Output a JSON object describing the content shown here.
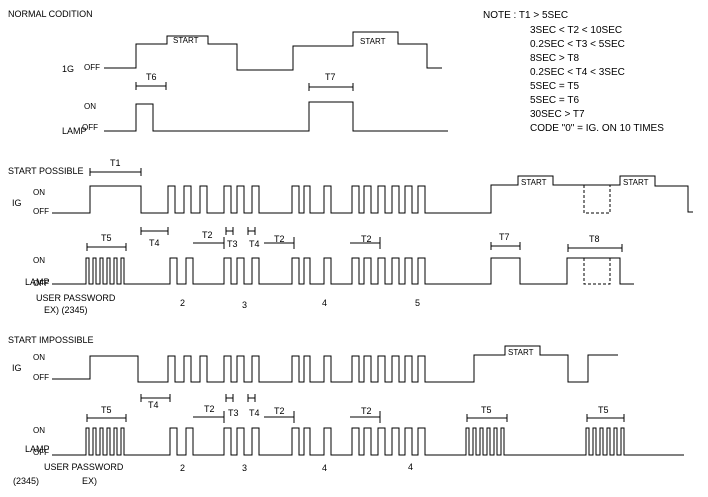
{
  "sections": {
    "normal": "NORMAL CODITION",
    "start_possible": "START POSSIBLE",
    "start_impossible": "START IMPOSSIBLE"
  },
  "signals": {
    "ig": "IG",
    "ig_caps": "1G",
    "lamp": "LAMP",
    "on": "ON",
    "off": "OFF",
    "start": "START"
  },
  "timings": {
    "t1": "T1",
    "t2": "T2",
    "t3": "T3",
    "t4": "T4",
    "t5": "T5",
    "t6": "T6",
    "t7": "T7",
    "t8": "T8"
  },
  "password": {
    "user_password": "USER PASSWORD",
    "example_1": "EX)  (2345)",
    "example_2_num": "(2345)",
    "example_2_ex": "EX)",
    "digits": [
      "2",
      "3",
      "4",
      "5"
    ],
    "digits_impossible": [
      "2",
      "3",
      "4",
      "4"
    ]
  },
  "notes": {
    "prefix": "NOTE : T1 > 5SEC",
    "lines": [
      "3SEC < T2 < 10SEC",
      "0.2SEC < T3 < 5SEC",
      "8SEC > T8",
      "0.2SEC < T4 < 3SEC",
      "5SEC = T5",
      "5SEC = T6",
      "30SEC > T7",
      "CODE \"0\" = IG. ON 10 TIMES"
    ]
  }
}
